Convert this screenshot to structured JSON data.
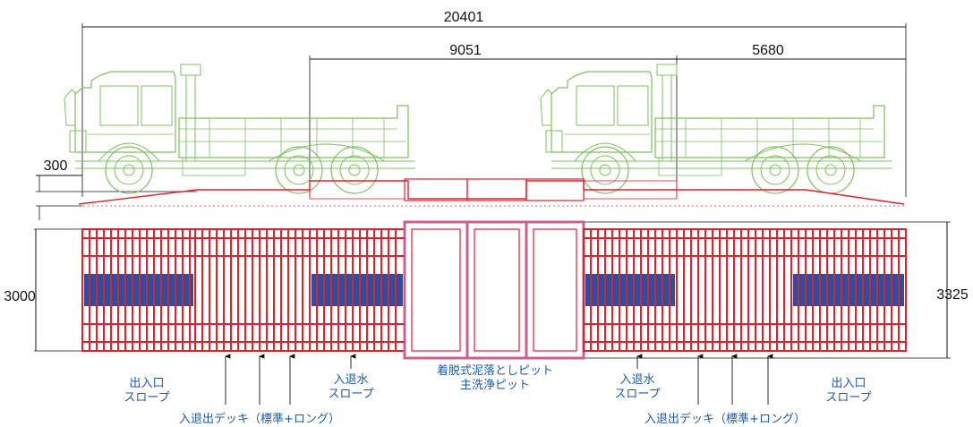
{
  "dimensions": {
    "overall_length": "20401",
    "inner_length": "9051",
    "right_length": "5680",
    "ramp_height": "300",
    "width_left": "3000",
    "width_right": "3325"
  },
  "labels": {
    "entry_ramp_left": {
      "line1": "出入口",
      "line2": "スロープ"
    },
    "deck_left": "入退出デッキ（標準+ロング）",
    "water_ramp_left": {
      "line1": "入退水",
      "line2": "スロープ"
    },
    "pit": {
      "line1": "着脱式泥落としピット",
      "line2": "主洗浄ピット"
    },
    "water_ramp_right": {
      "line1": "入退水",
      "line2": "スロープ"
    },
    "deck_right": "入退出デッキ（標準+ロング）",
    "entry_ramp_right": {
      "line1": "出入口",
      "line2": "スロープ"
    }
  },
  "colors": {
    "truck": "#7cc05c",
    "deck": "#e0202a",
    "stripe": "#2a4fa0",
    "pit_frame": "#c86090",
    "dimension": "#111111",
    "label": "#1c5aa6"
  }
}
